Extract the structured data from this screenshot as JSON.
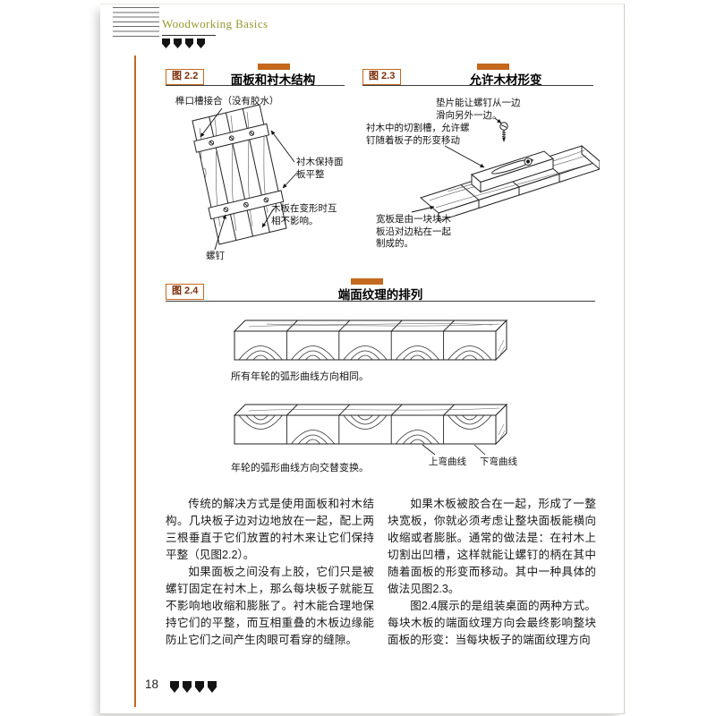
{
  "header": {
    "brand": "Woodworking Basics"
  },
  "figures": {
    "fig22": {
      "label": "图 2.2",
      "title": "面板和衬木结构",
      "ann_joint": "榫口槽接合（没有胶水）",
      "ann_batten": "衬木保持面板平整",
      "ann_boards": "木板在变形时互相不影响。",
      "ann_screw": "螺钉"
    },
    "fig23": {
      "label": "图 2.3",
      "title": "允许木材形变",
      "ann_washer": "垫片能让螺钉从一边滑向另外一边。",
      "ann_slot": "衬木中的切割槽，允许螺钉随着板子的形变移动",
      "ann_wideboard": "宽板是由一块块木板沿对边粘在一起制成的。"
    },
    "fig24": {
      "label": "图 2.4",
      "title": "端面纹理的排列",
      "caption_same": "所有年轮的弧形曲线方向相同。",
      "caption_alt": "年轮的弧形曲线方向交替变换。",
      "label_up": "上弯曲线",
      "label_down": "下弯曲线"
    }
  },
  "body": {
    "col_left": [
      "传统的解决方式是使用面板和衬木结构。几块板子边对边地放在一起，配上两三根垂直于它们放置的衬木来让它们保持平整（见图2.2）。",
      "如果面板之间没有上胶，它们只是被螺钉固定在衬木上，那么每块板子就能互不影响地收缩和膨胀了。衬木能合理地保持它们的平整，而互相重叠的木板边缘能防止它们之间产生肉眼可看穿的缝隙。"
    ],
    "col_right": [
      "如果木板被胶合在一起，形成了一整块宽板，你就必须考虑让整块面板能横向收缩或者膨胀。通常的做法是：在衬木上切割出凹槽，这样就能让螺钉的柄在其中随着面板的形变而移动。其中一种具体的做法见图2.3。",
      "图2.4展示的是组装桌面的两种方式。每块木板的端面纹理方向会最终影响整块面板的形变：当每块板子的端面纹理方向"
    ]
  },
  "footer": {
    "page_number": "18"
  },
  "icons": {
    "pennant": "pennant-flag-icon"
  },
  "colors": {
    "accent": "#c4681e",
    "brand": "#95972f"
  }
}
